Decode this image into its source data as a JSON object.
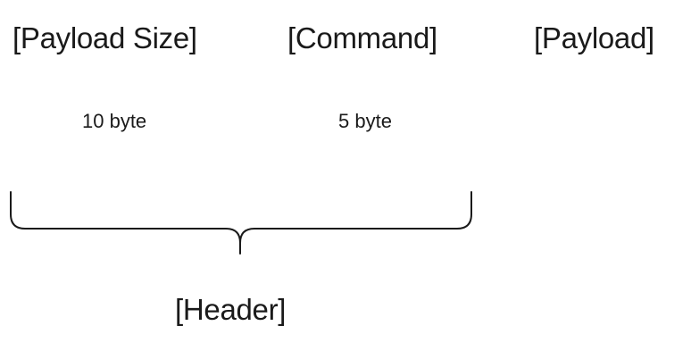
{
  "fields": {
    "payload_size": "[Payload Size]",
    "command": "[Command]",
    "payload": "[Payload]"
  },
  "sizes": {
    "payload_size": "10 byte",
    "command": "5 byte"
  },
  "group": {
    "header": "[Header]"
  }
}
